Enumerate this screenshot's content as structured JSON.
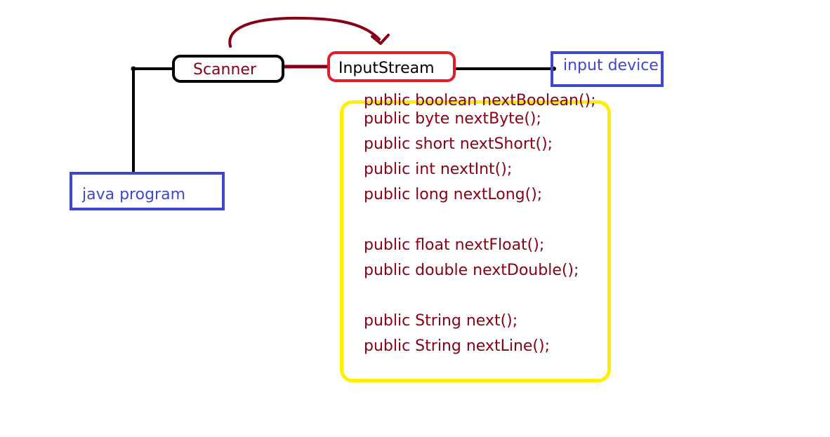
{
  "colors": {
    "dark_red": "#880015",
    "black": "#000000",
    "red": "#e01e2a",
    "blue": "#3f48cc",
    "yellow": "#ffee00"
  },
  "nodes": {
    "scanner": {
      "label": "Scanner"
    },
    "inputstream": {
      "label": "InputStream"
    },
    "input_device": {
      "label": "input device"
    },
    "java_program": {
      "label": "java program"
    }
  },
  "methods": [
    "public boolean nextBoolean();",
    "public byte nextByte();",
    "public short nextShort();",
    "public int nextInt();",
    "public long nextLong();",
    "public float nextFloat();",
    "public double nextDouble();",
    "public String next();",
    "public String nextLine();"
  ]
}
